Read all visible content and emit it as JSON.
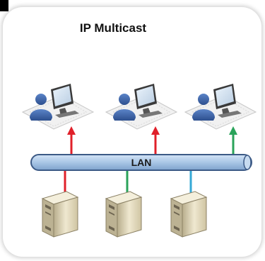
{
  "title": "IP Multicast",
  "lan_label": "LAN",
  "colors": {
    "red": "#e0202a",
    "green": "#2aa35a",
    "cyan": "#35a9d6",
    "lan_fill": "#a9c6e6",
    "lan_stroke": "#3c5a86"
  },
  "workstations": [
    {
      "icon": "user-computer-icon",
      "arrow_color": "red"
    },
    {
      "icon": "user-computer-icon",
      "arrow_color": "red"
    },
    {
      "icon": "user-computer-icon",
      "arrow_color": "green"
    }
  ],
  "servers": [
    {
      "icon": "server-icon",
      "line_color": "red"
    },
    {
      "icon": "server-icon",
      "line_color": "green"
    },
    {
      "icon": "server-icon",
      "line_color": "cyan"
    }
  ]
}
